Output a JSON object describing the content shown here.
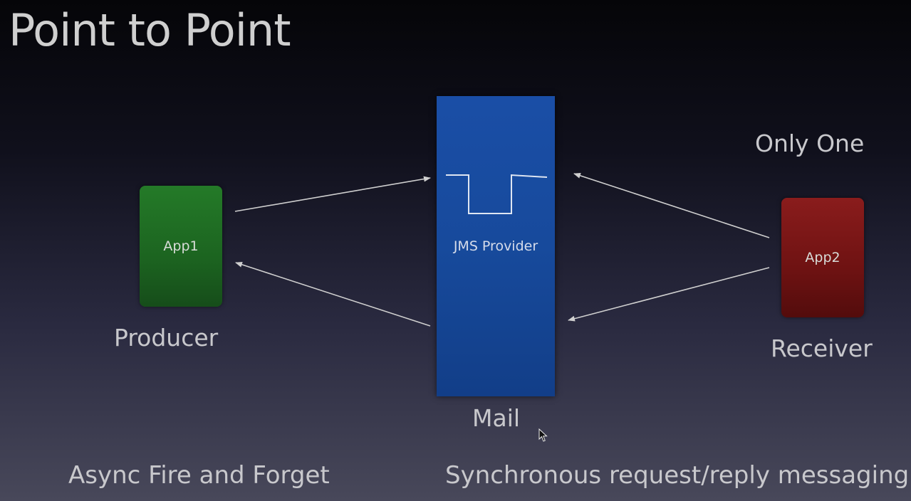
{
  "slide": {
    "title": "Point to Point",
    "note_right": "Only One",
    "footer_left": "Async Fire and Forget",
    "footer_right": "Synchronous request/reply messaging"
  },
  "nodes": {
    "app1": {
      "label": "App1",
      "caption": "Producer",
      "color": "#1c6420"
    },
    "provider": {
      "label": "JMS Provider",
      "caption": "Mail",
      "color": "#174a9c"
    },
    "app2": {
      "label": "App2",
      "caption": "Receiver",
      "color": "#6e1212"
    }
  },
  "edges": [
    {
      "from": "app1",
      "to": "provider"
    },
    {
      "from": "provider",
      "to": "app1"
    },
    {
      "from": "app2",
      "to": "provider"
    },
    {
      "from": "app2",
      "to": "provider"
    }
  ],
  "icons": {
    "queue": "queue-icon",
    "cursor": "mouse-cursor-icon"
  }
}
